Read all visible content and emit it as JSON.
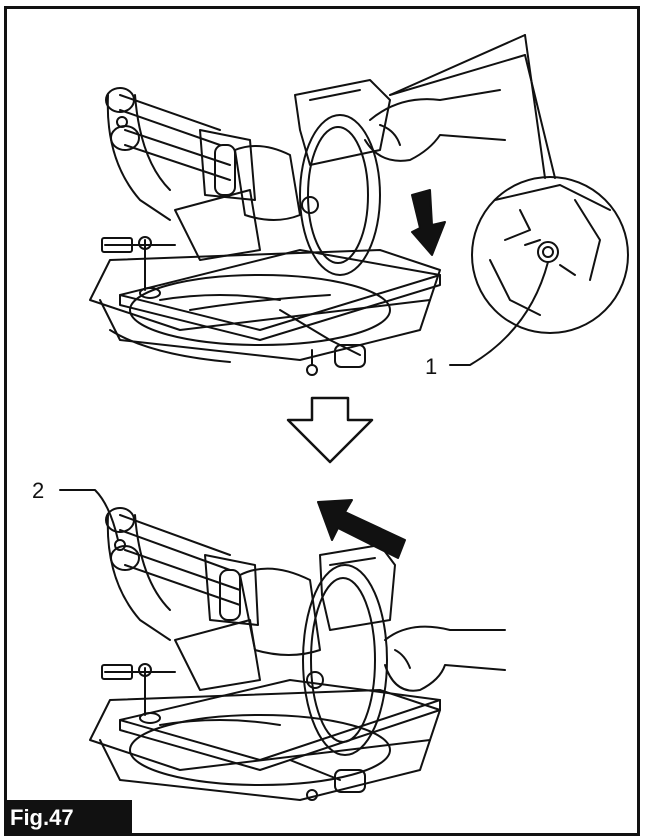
{
  "figure": {
    "label": "Fig.47",
    "callouts": [
      {
        "id": "1",
        "text": "1"
      },
      {
        "id": "2",
        "text": "2"
      }
    ]
  },
  "colors": {
    "line": "#111111",
    "background": "#ffffff",
    "label_bg": "#111111",
    "label_text": "#ffffff"
  }
}
